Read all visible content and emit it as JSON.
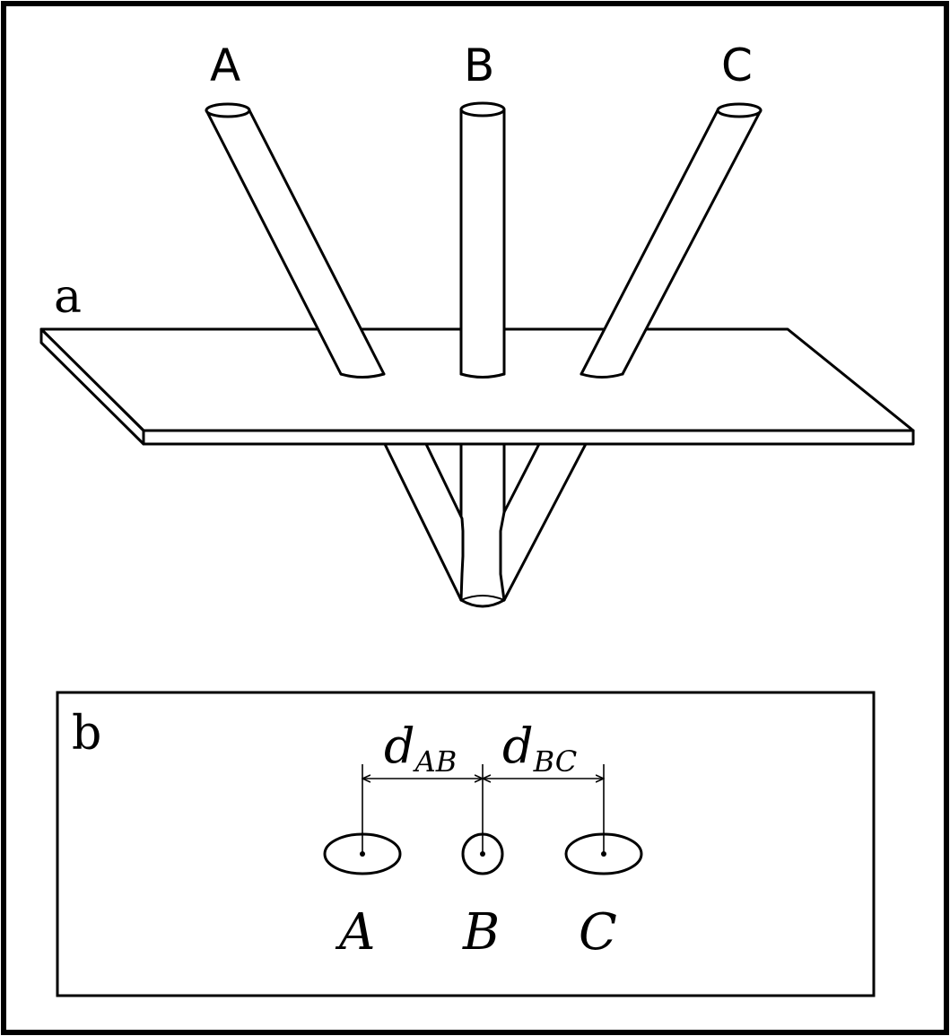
{
  "panel_a": {
    "label": "a",
    "tube_labels": {
      "a": "A",
      "b": "B",
      "c": "C"
    }
  },
  "panel_b": {
    "label": "b",
    "distance_ab": {
      "base": "d",
      "sub": "AB"
    },
    "distance_bc": {
      "base": "d",
      "sub": "BC"
    },
    "section_labels": {
      "a": "A",
      "b": "B",
      "c": "C"
    }
  }
}
